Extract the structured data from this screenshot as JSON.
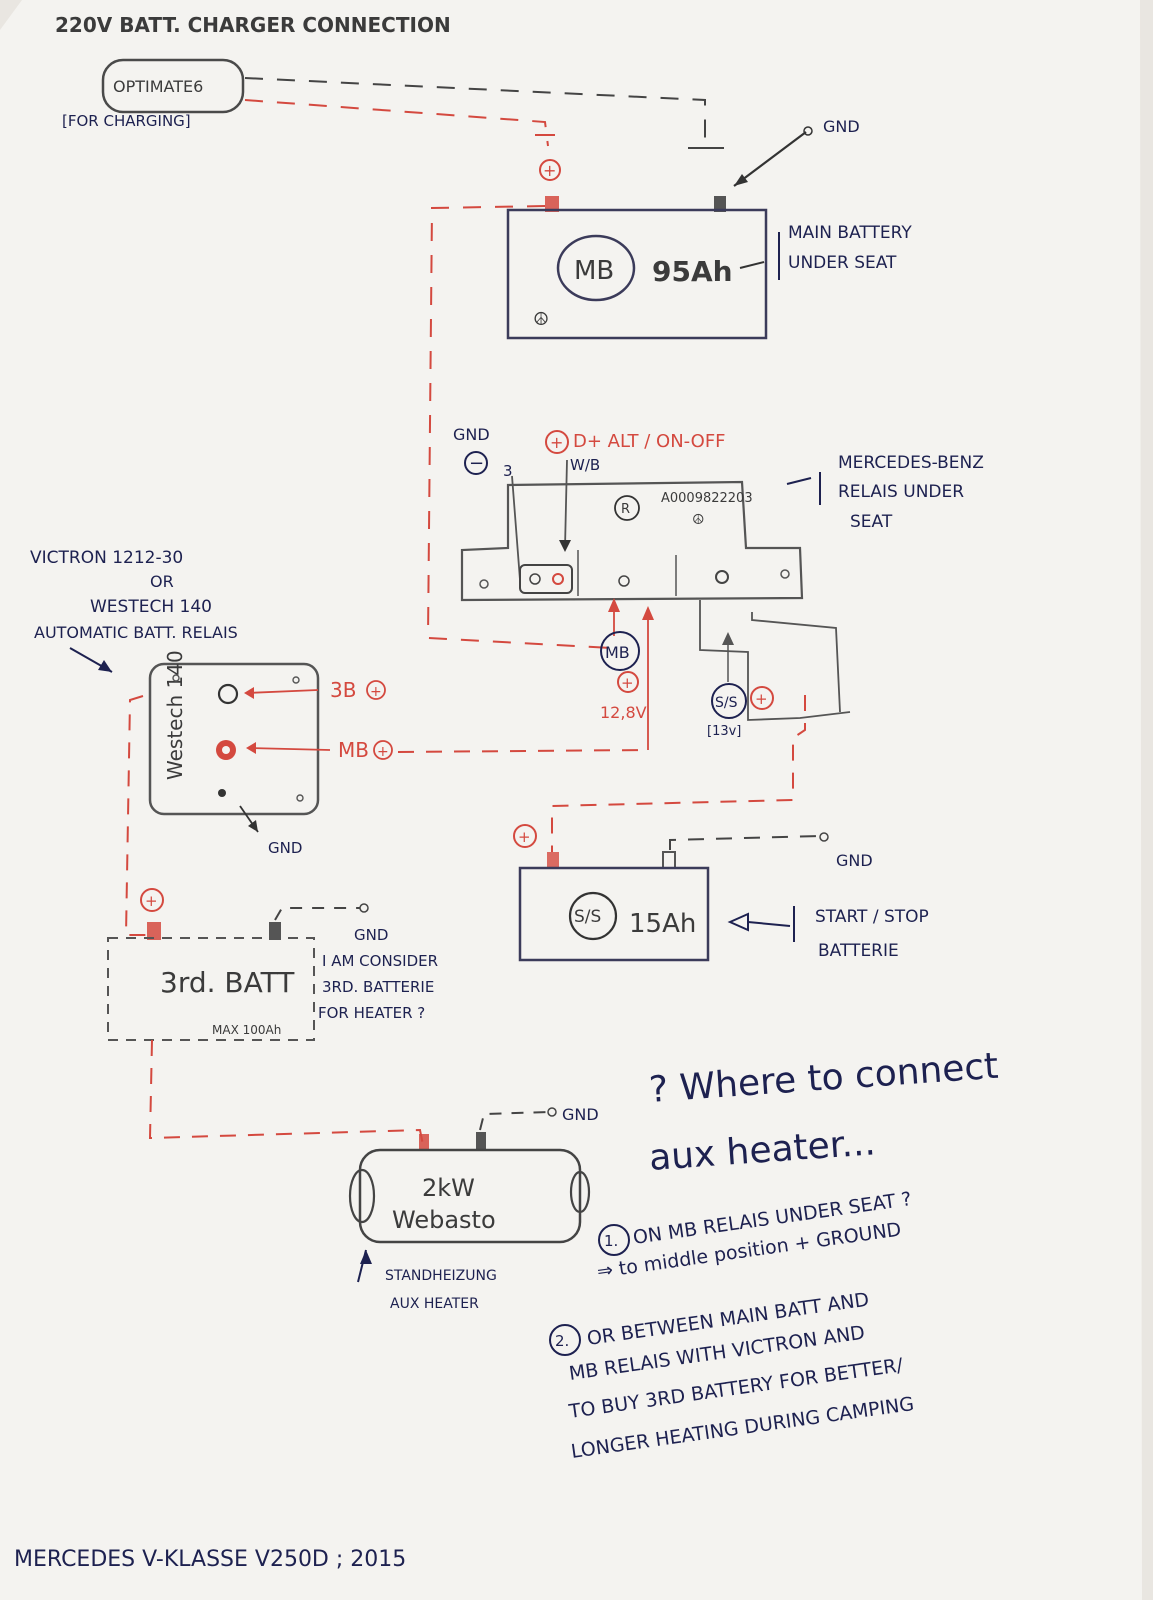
{
  "header": {
    "title_line": "220V BATT. CHARGER CONNECTION",
    "charger_label": "OPTIMATE6",
    "charger_note": "[FOR CHARGING]"
  },
  "main_battery": {
    "brand": "MB",
    "capacity": "95Ah",
    "note_line1": "MAIN BATTERY",
    "note_line2": "UNDER SEAT",
    "plus_symbol": "+",
    "gnd": "GND"
  },
  "relay": {
    "gnd_label": "GND",
    "minus_symbol": "−",
    "pin_number": "3",
    "d_plus_label": "D+ ALT / ON-OFF",
    "plus_symbol": "+",
    "wb_label": "W/B",
    "r_symbol": "R",
    "part_number": "A0009822203",
    "note_line1": "MERCEDES-BENZ",
    "note_line2": "RELAIS UNDER",
    "note_line3": "SEAT",
    "mb_badge": "MB",
    "voltage": "12,8V",
    "ss_badge": "S/S",
    "ss_voltage": "[13v]"
  },
  "victron": {
    "option1": "VICTRON 1212-30",
    "or_word": "OR",
    "option2": "WESTECH 140",
    "note": "AUTOMATIC BATT. RELAIS",
    "device_label": "Westech 140",
    "pin_3b": "3B",
    "pin_mb": "MB",
    "gnd": "GND"
  },
  "ss_battery": {
    "badge": "S/S",
    "capacity": "15Ah",
    "note_line1": "START / STOP",
    "note_line2": "BATTERIE",
    "gnd": "GND"
  },
  "third_battery": {
    "label": "3rd. BATT",
    "max": "MAX 100Ah",
    "gnd": "GND",
    "consider_line1": "I AM CONSIDER",
    "consider_line2": "3RD. BATTERIE",
    "consider_line3": "FOR HEATER ?"
  },
  "heater": {
    "power": "2kW",
    "brand": "Webasto",
    "gnd": "GND",
    "note_line1": "STANDHEIZUNG",
    "note_line2": "AUX HEATER"
  },
  "question": {
    "line1": "? Where to connect",
    "line2": "aux heater...",
    "opt1_num": "1.",
    "opt1_line1": "ON MB RELAIS UNDER SEAT ?",
    "opt1_line2": "⇒ to middle position + GROUND",
    "opt2_num": "2.",
    "opt2_line1": "OR BETWEEN MAIN BATT AND",
    "opt2_line2": "MB RELAIS WITH VICTRON AND",
    "opt2_line3": "TO BUY 3RD BATTERY FOR BETTER/",
    "opt2_line4": "LONGER HEATING DURING CAMPING"
  },
  "footer": {
    "vehicle": "MERCEDES V-KLASSE V250D ; 2015"
  },
  "colors": {
    "pen": "#1d2150",
    "pencil": "#3b3b3b",
    "red": "#d4493f",
    "paper": "#f4f3f0"
  }
}
